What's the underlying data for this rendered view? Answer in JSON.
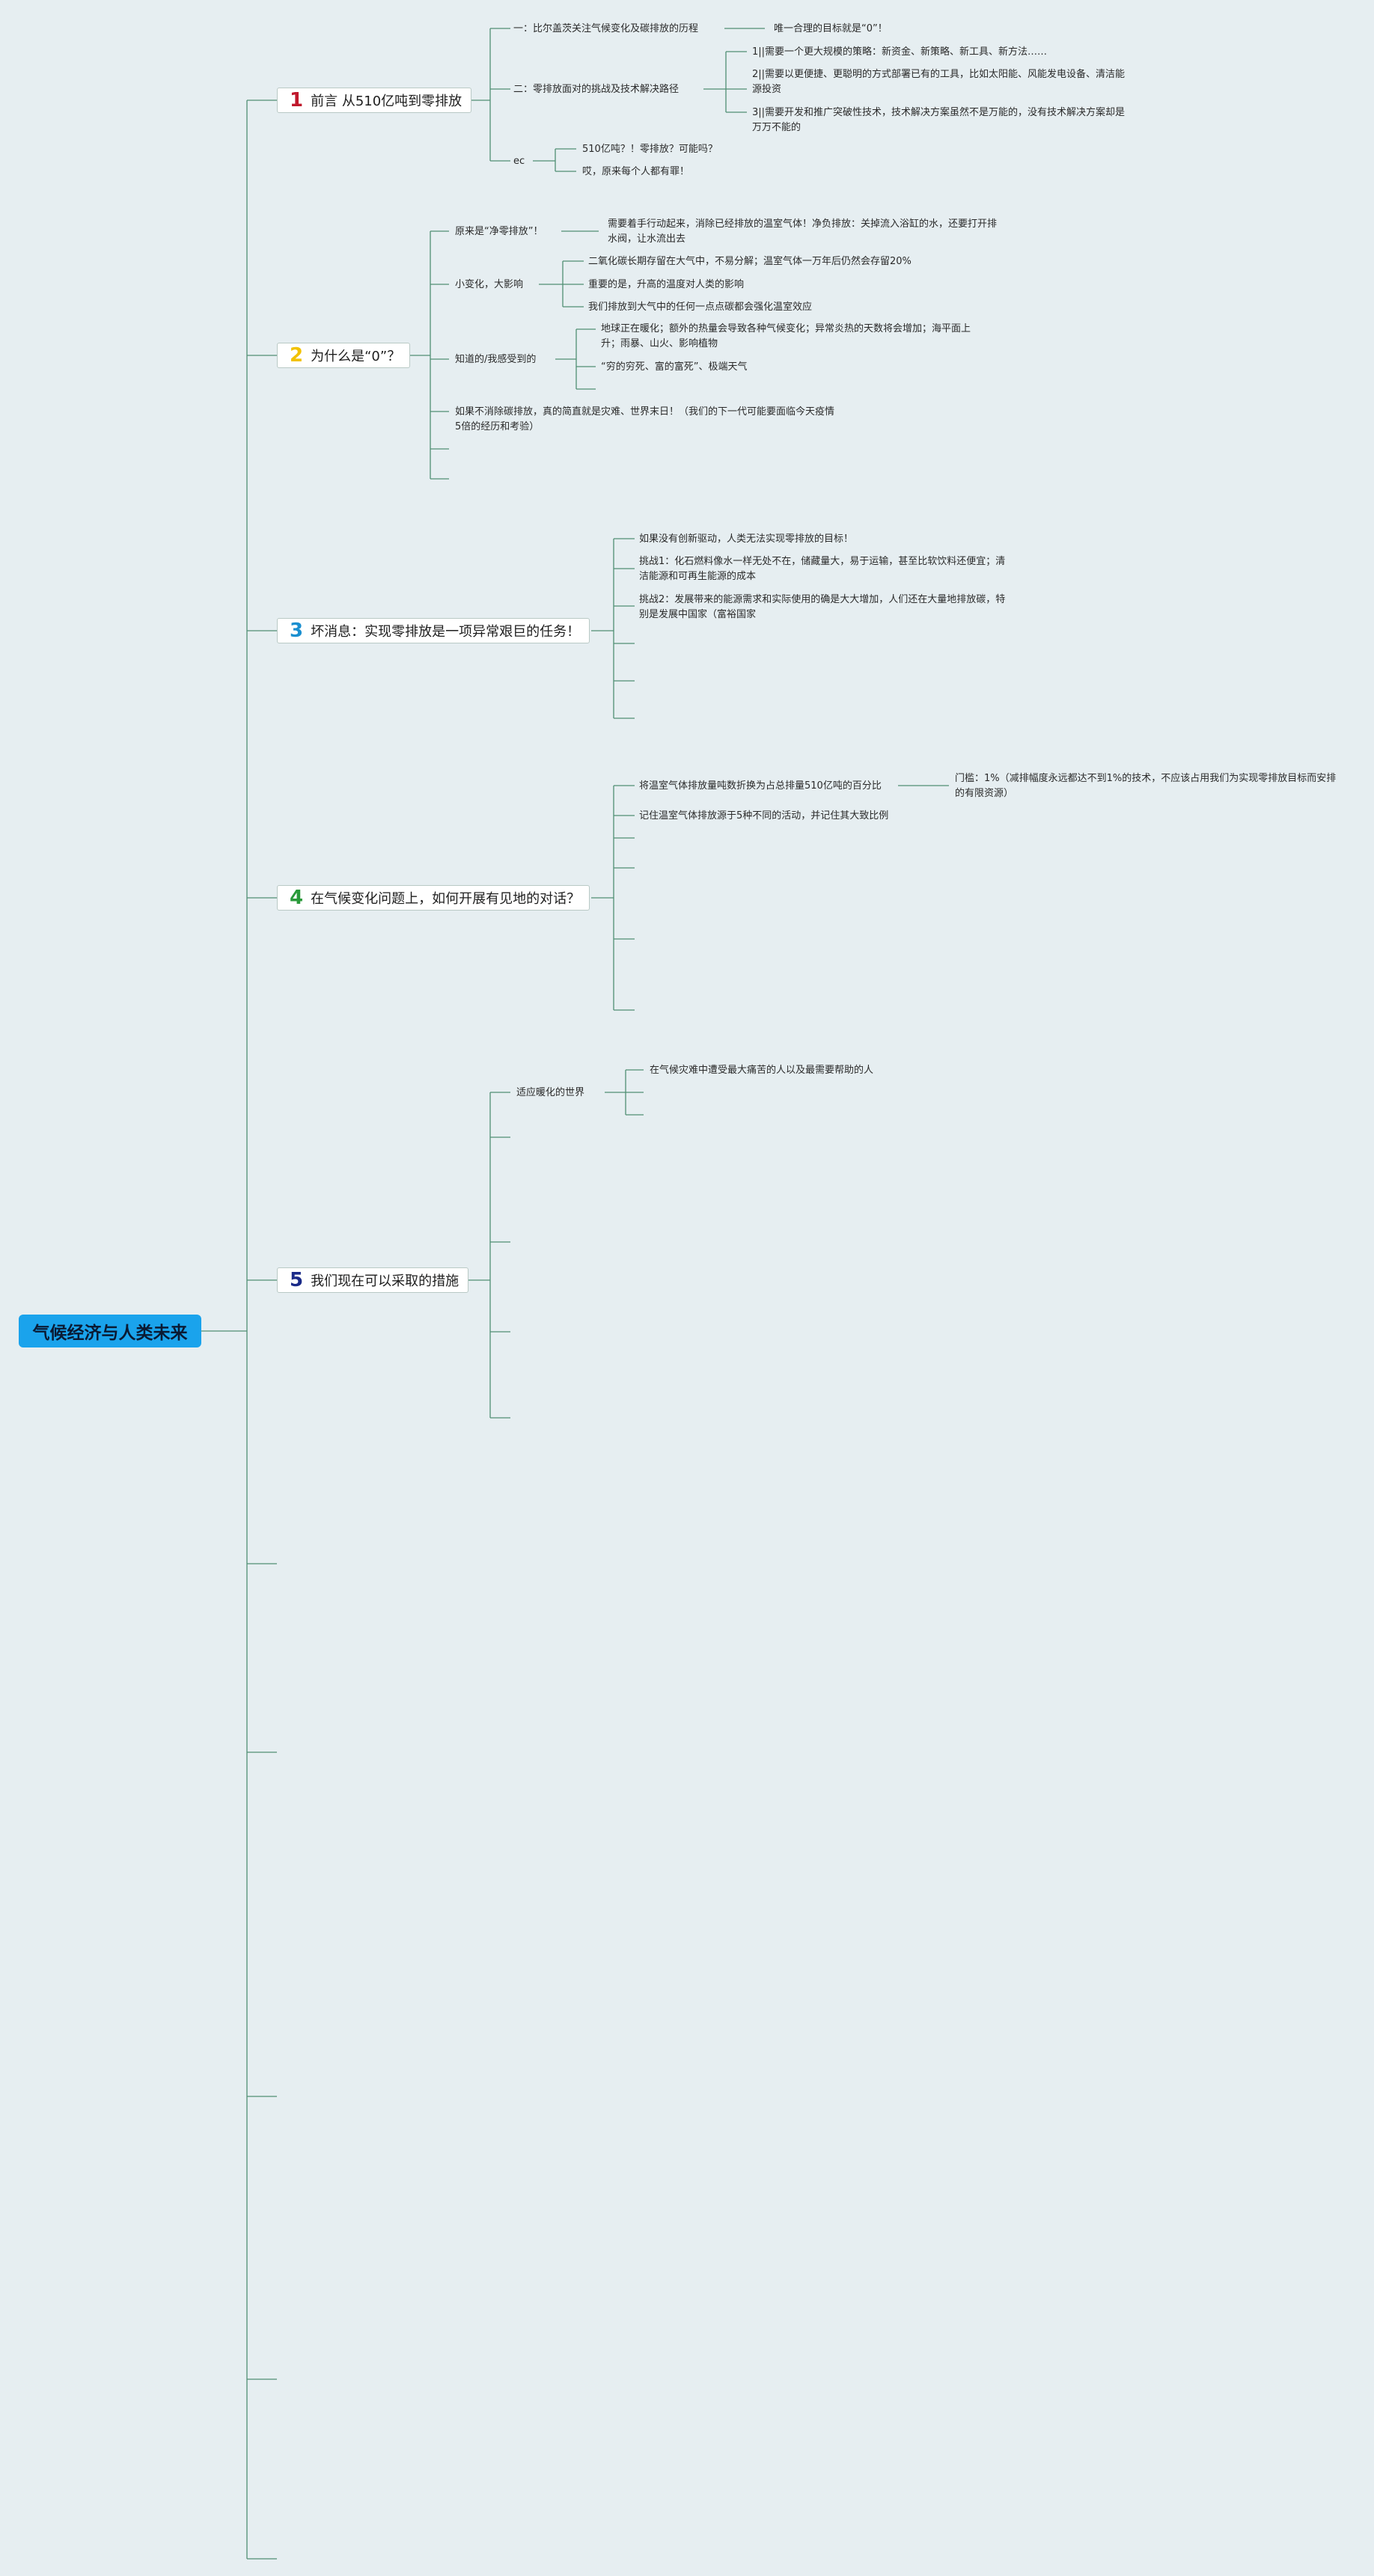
{
  "root": {
    "label": "气候经济与人类未来"
  },
  "colors": {
    "background": "#e6eef1",
    "root_fill": "#1aa3ec",
    "connector": "#4f8f73",
    "topic_fill": "#ffffff",
    "num1": "#c0182c",
    "num2": "#f2c200",
    "num3": "#1a8fd0",
    "num4": "#2a9a3a",
    "num5": "#1a2a88"
  },
  "topics": [
    {
      "num": "1",
      "label": "前言 从510亿吨到零排放",
      "nodes": {
        "a": "一：比尔盖茨关注气候变化及碳排放的历程",
        "a1": "唯一合理的目标就是“0”！",
        "b": "二：零排放面对的挑战及技术解决路径",
        "b1": "1||需要一个更大规模的策略：新资金、新策略、新工具、新方法……",
        "b2": "2||需要以更便捷、更聪明的方式部署已有的工具，比如太阳能、风能发电设备、清洁能源投资",
        "b3": "3||需要开发和推广突破性技术，技术解决方案虽然不是万能的，没有技术解决方案却是万万不能的",
        "c": "ec",
        "c1": "510亿吨？！零排放？可能吗？",
        "c2": "哎，原来每个人都有罪！"
      }
    },
    {
      "num": "2",
      "label": "为什么是“0”？",
      "nodes": {
        "a": "原来是“净零排放”！",
        "a1": "需要着手行动起来，消除已经排放的温室气体！净负排放：关掉流入浴缸的水，还要打开排水阀，让水流出去",
        "b": "小变化，大影响",
        "b1": "二氧化碳长期存留在大气中，不易分解；温室气体一万年后仍然会存留20%",
        "b2": "重要的是，升高的温度对人类的影响",
        "b3": "我们排放到大气中的任何一点点碳都会强化温室效应",
        "c": "知道的/我感受到的",
        "c1": "地球正在暖化；额外的热量会导致各种气候变化；异常炎热的天数将会增加；海平面上升；雨暴、山火、影响植物",
        "c2": "“穷的穷死、富的富死”、极端天气",
        "d": "如果不消除碳排放，真的简直就是灾难、世界末日！（我们的下一代可能要面临今天疫情5倍的经历和考验）"
      }
    },
    {
      "num": "3",
      "label": "坏消息：实现零排放是一项异常艰巨的任务！",
      "nodes": {
        "a": "如果没有创新驱动，人类无法实现零排放的目标！",
        "b": "挑战1：化石燃料像水一样无处不在，储藏量大，易于运输，甚至比软饮料还便宜；清洁能源和可再生能源的成本",
        "c": "挑战2：发展带来的能源需求和实际使用的确是大大增加，人们还在大量地排放碳，特别是发展中国家（富裕国家"
      }
    },
    {
      "num": "4",
      "label": "在气候变化问题上，如何开展有见地的对话？",
      "nodes": {
        "a": "将温室气体排放量吨数折换为占总排量510亿吨的百分比",
        "a1": "门槛：1%（减排幅度永远都达不到1%的技术，不应该占用我们为实现零排放目标而安排的有限资源）",
        "b": "记住温室气体排放源于5种不同的活动，并记住其大致比例"
      }
    },
    {
      "num": "5",
      "label": "我们现在可以采取的措施",
      "nodes": {
        "a": "适应暖化的世界",
        "a1": "在气候灾难中遭受最大痛苦的人以及最需要帮助的人"
      }
    }
  ]
}
